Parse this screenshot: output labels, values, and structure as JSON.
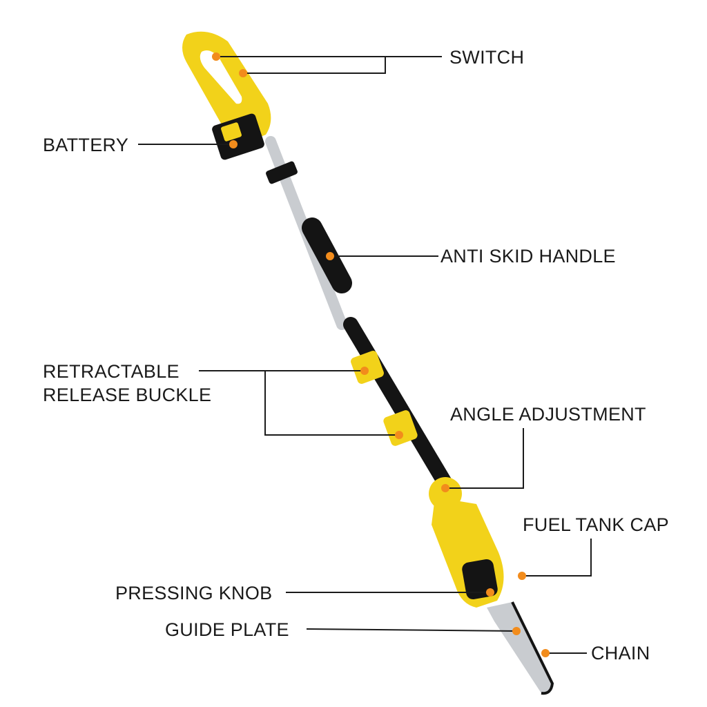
{
  "diagram": {
    "colors": {
      "body": "#f2d21a",
      "body_shade": "#c9a90c",
      "black": "#141414",
      "pole": "#c9ccd0",
      "dot": "#f28c1c",
      "leader": "#1a1a1a"
    },
    "labels": {
      "switch": "SWITCH",
      "battery": "BATTERY",
      "anti_skid_handle": "ANTI SKID HANDLE",
      "retractable_line1": "RETRACTABLE",
      "retractable_line2": "RELEASE BUCKLE",
      "angle_adjustment": "ANGLE ADJUSTMENT",
      "fuel_tank_cap": "FUEL TANK CAP",
      "pressing_knob": "PRESSING KNOB",
      "guide_plate": "GUIDE PLATE",
      "chain": "CHAIN"
    }
  }
}
